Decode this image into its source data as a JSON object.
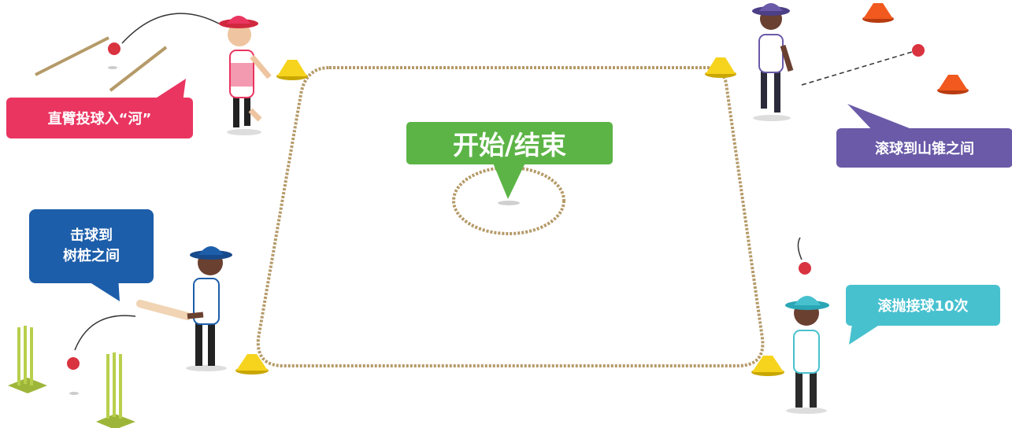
{
  "labels": {
    "start_end": "开始/结束",
    "straight_arm": "直臂投球入“河”",
    "roll_between_cones": "滚球到山锥之间",
    "hit_between_stumps_line1": "击球到",
    "hit_between_stumps_line2": "树桩之间",
    "roll_catch": "滚抛接球10次"
  },
  "colors": {
    "green": "#5cb446",
    "pink": "#ea3561",
    "purple": "#6a5aa8",
    "blue": "#1d5eaa",
    "teal": "#48c1cf",
    "rope": "#b59a68",
    "cone_yellow": "#f6d31d",
    "cone_orange": "#f1591e",
    "ball_red": "#d93340",
    "stump_green": "#b8cf4c"
  }
}
